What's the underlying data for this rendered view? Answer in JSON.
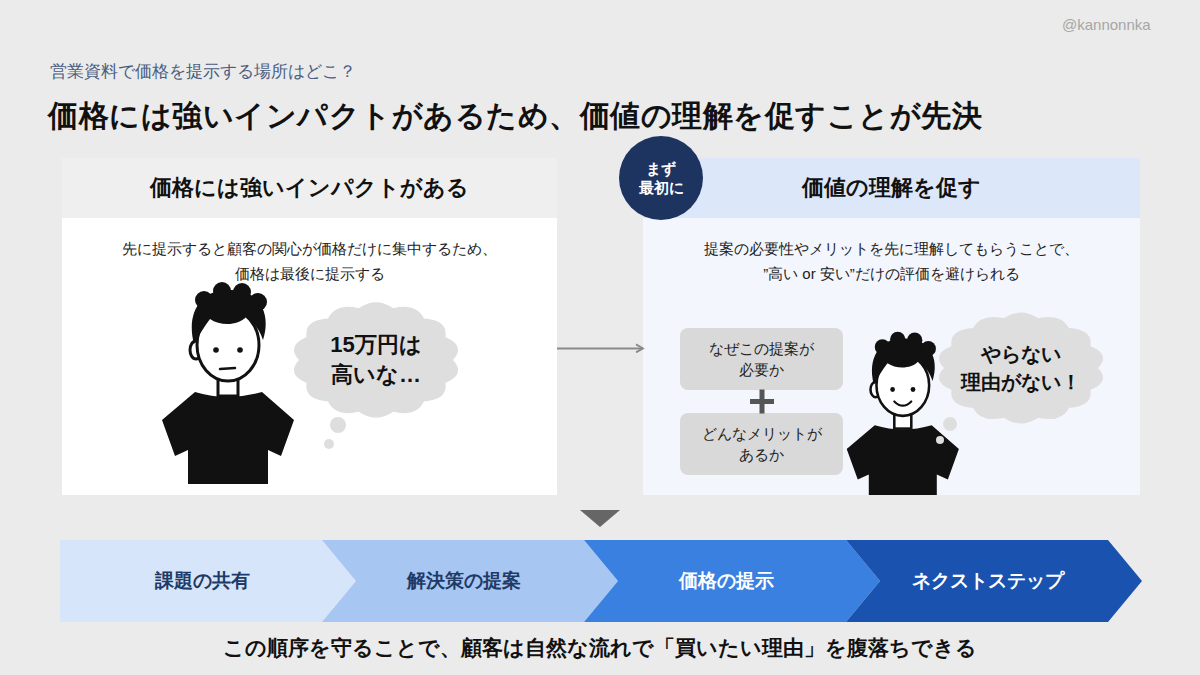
{
  "diagram": {
    "title": "価格には強いインパクトがあるため、価値の理解を促すことが先決",
    "caption": "この順序を守ることで、顧客は自然な流れで「買いたい理由」を腹落ちできる",
    "nodes": [
      {
        "text": [
          "価格には強いインパクトがある",
          "先に提示すると顧客の関心が価格だけに集中するため、 価格は最後に提示する"
        ]
      },
      {
        "text": [
          "15万円は 高いな…"
        ],
        "in": 0
      },
      {
        "text": [
          "価値の理解を促す",
          "提案の必要性やメリットを先に理解してもらうことで、 ”高い or 安い”だけの評価を避けられる"
        ]
      },
      {
        "text": [
          "まず 最初に"
        ],
        "in": 2
      },
      {
        "text": [
          "なぜこの提案が 必要か"
        ],
        "in": 2
      },
      {
        "text": [
          "どんなメリットが あるか"
        ],
        "in": 2
      },
      {
        "text": [
          "やらない 理由がない！"
        ],
        "in": 2
      },
      {
        "text": [
          "課題の共有"
        ]
      },
      {
        "text": [
          "解決策の提案"
        ]
      },
      {
        "text": [
          "価格の提示"
        ]
      },
      {
        "text": [
          "ネクストステップ"
        ]
      }
    ],
    "edges": [
      {
        "from": 0,
        "to": 2,
        "arrow": "to"
      }
    ],
    "labels": [
      "@kannonnka",
      "営業資料で価格を提示する場所はどこ？"
    ]
  }
}
